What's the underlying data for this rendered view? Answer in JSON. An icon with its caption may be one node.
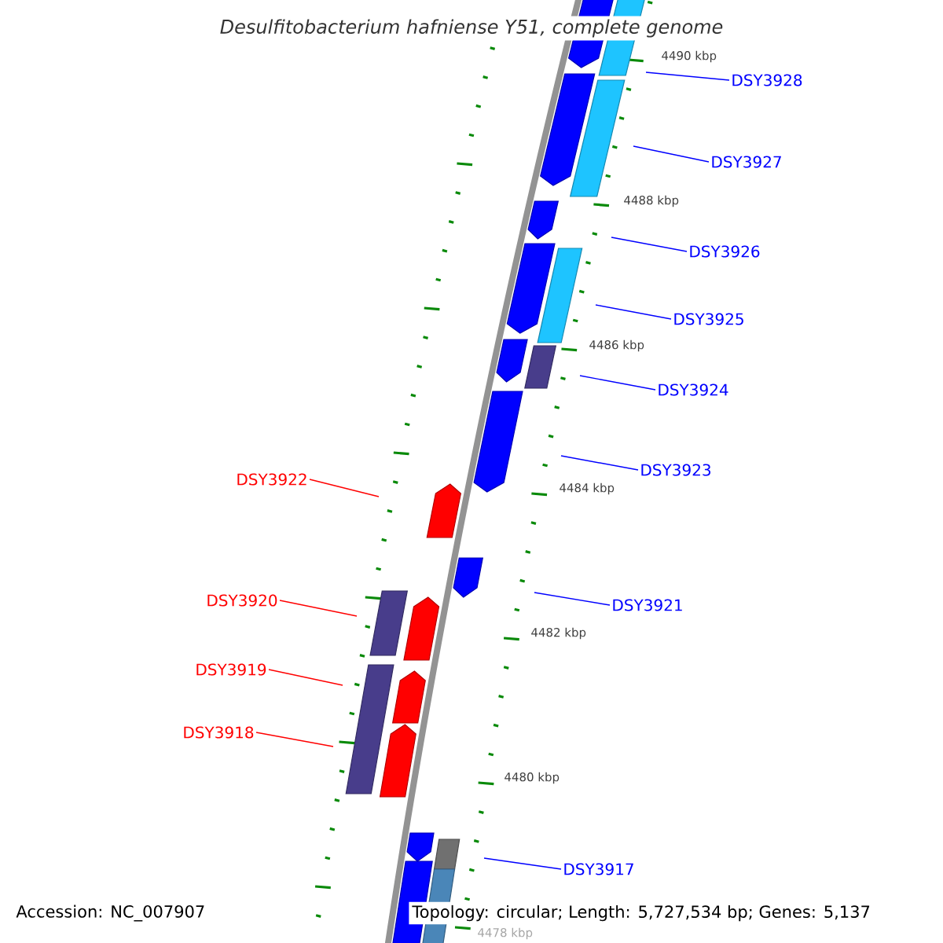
{
  "diagram": {
    "title": "Desulfitobacterium hafniense Y51, complete genome",
    "nodes": [
      {
        "text": [
          "DSY3928"
        ]
      },
      {
        "text": [
          "DSY3927"
        ]
      },
      {
        "text": [
          "DSY3926"
        ]
      },
      {
        "text": [
          "DSY3925"
        ]
      },
      {
        "text": [
          "DSY3924"
        ]
      },
      {
        "text": [
          "DSY3923"
        ]
      },
      {
        "text": [
          "DSY3922"
        ]
      },
      {
        "text": [
          "DSY3921"
        ]
      },
      {
        "text": [
          "DSY3920"
        ]
      },
      {
        "text": [
          "DSY3919"
        ]
      },
      {
        "text": [
          "DSY3918"
        ]
      },
      {
        "text": [
          "DSY3917"
        ]
      }
    ],
    "edges": [
      {
        "from": 0,
        "to": null,
        "arrow": "none"
      },
      {
        "from": 1,
        "to": null,
        "arrow": "none"
      },
      {
        "from": 2,
        "to": null,
        "arrow": "none"
      },
      {
        "from": 3,
        "to": null,
        "arrow": "none"
      },
      {
        "from": 4,
        "to": null,
        "arrow": "none"
      },
      {
        "from": 5,
        "to": null,
        "arrow": "none"
      },
      {
        "from": 6,
        "to": null,
        "arrow": "none",
        "color": "#ff0000"
      },
      {
        "from": 7,
        "to": null,
        "arrow": "none"
      },
      {
        "from": 8,
        "to": null,
        "arrow": "none",
        "color": "#ff0000"
      },
      {
        "from": 9,
        "to": null,
        "arrow": "none",
        "color": "#ff0000"
      },
      {
        "from": 10,
        "to": null,
        "arrow": "none",
        "color": "#ff0000"
      },
      {
        "from": 11,
        "to": null,
        "arrow": "none"
      }
    ],
    "labels": [
      "4490 kbp",
      "4488 kbp",
      "4486 kbp",
      "4484 kbp",
      "4482 kbp",
      "4480 kbp",
      "4478 kbp",
      "Accession: NC_007907",
      "Topology: circular; Length: 5,727,534 bp; Genes: 5,137"
    ]
  }
}
